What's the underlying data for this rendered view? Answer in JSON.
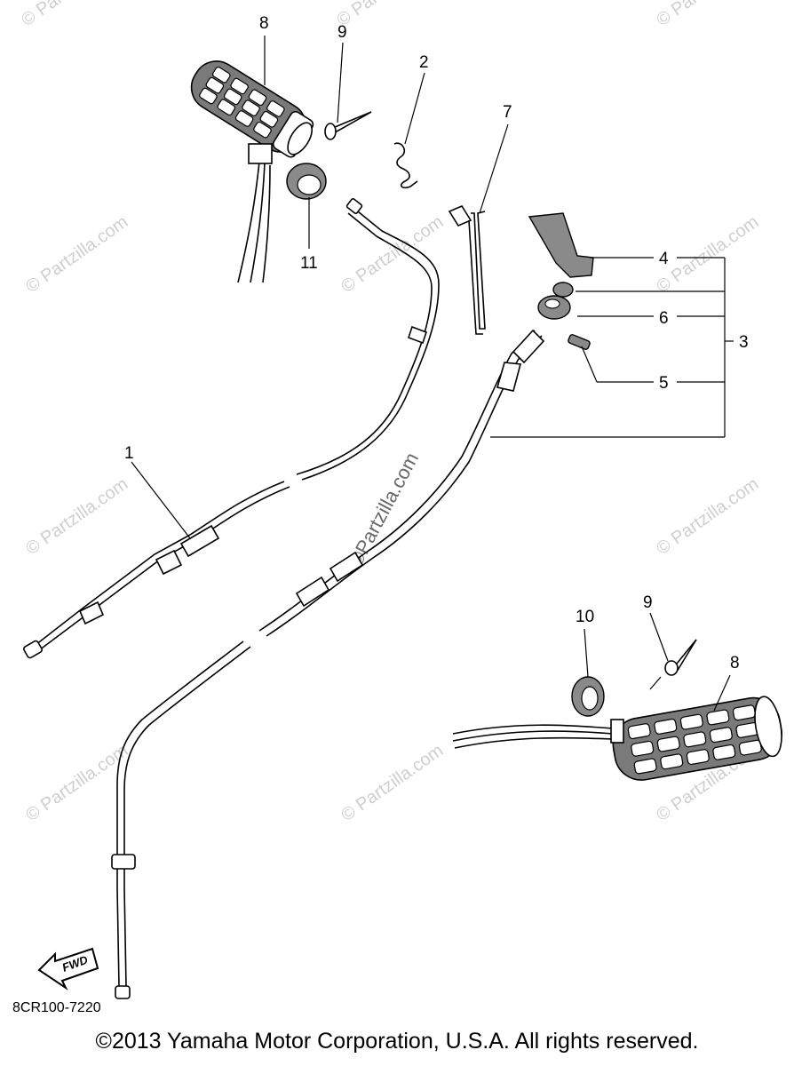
{
  "diagram": {
    "code": "8CR100-7220",
    "copyright": "©2013 Yamaha Motor Corporation, U.S.A. All rights reserved.",
    "fwd_label": "FWD",
    "watermark": "© Partzilla.com",
    "center_watermark": "©Partzilla.com"
  },
  "callouts": {
    "c1": "1",
    "c2": "2",
    "c3": "3",
    "c4": "4",
    "c5": "5",
    "c6": "6",
    "c7": "7",
    "c8a": "8",
    "c8b": "8",
    "c9a": "9",
    "c9b": "9",
    "c10": "10",
    "c11": "11"
  }
}
